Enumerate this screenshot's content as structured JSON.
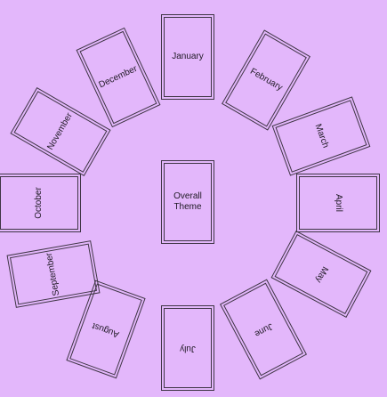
{
  "center": {
    "label": "Overall\nTheme"
  },
  "months": [
    "January",
    "February",
    "March",
    "April",
    "May",
    "June",
    "July",
    "August",
    "September",
    "October",
    "November",
    "December"
  ],
  "colors": {
    "background": "#e3b7fb",
    "stroke": "#3f3545",
    "text": "#1f1924"
  }
}
